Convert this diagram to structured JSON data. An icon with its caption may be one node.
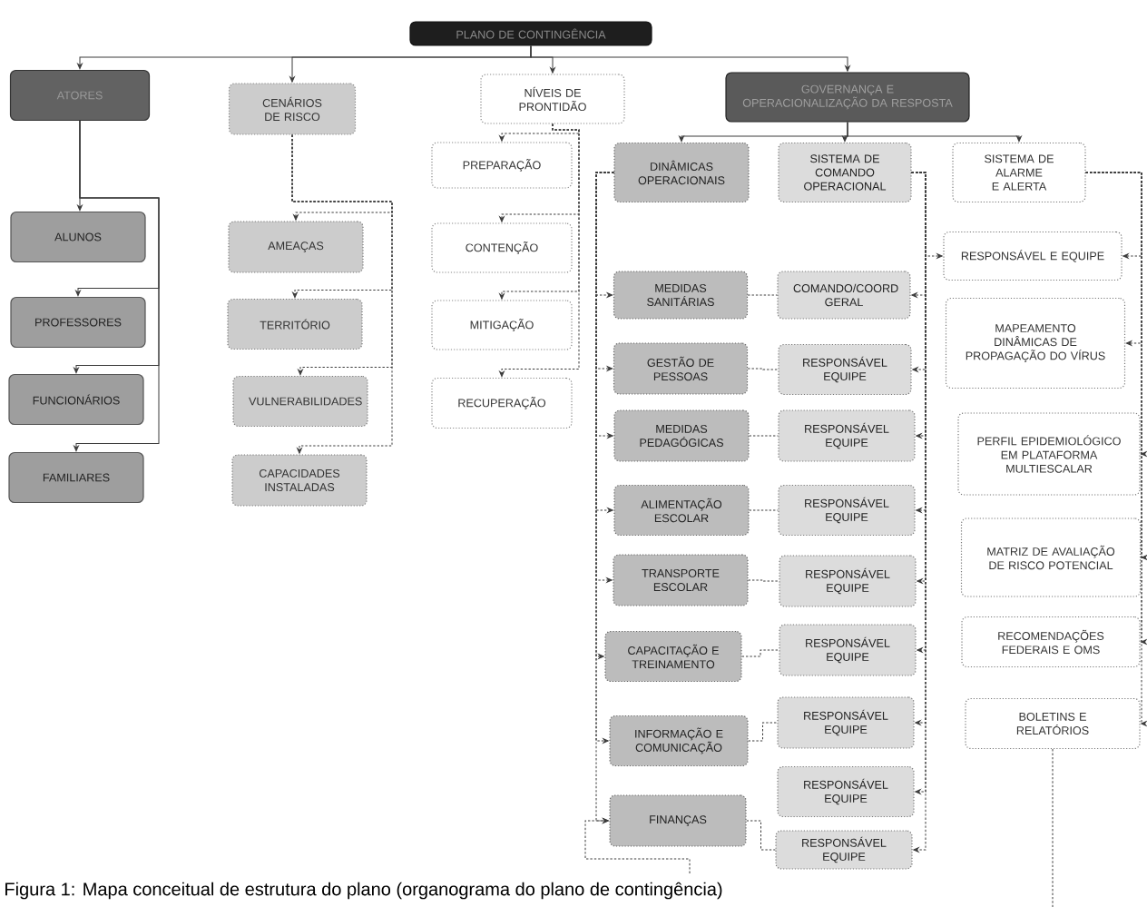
{
  "diagram": {
    "caption": "Figura 1: Mapa conceitual de estrutura do plano (organograma do plano de contingência)",
    "nodes": [
      {
        "text": [
          "PLANO DE CONTINGÊNCIA"
        ]
      },
      {
        "text": [
          "ATORES"
        ]
      },
      {
        "text": [
          "CENÁRIOS DE RISCO"
        ]
      },
      {
        "text": [
          "NÍVEIS DE PRONTIDÃO"
        ]
      },
      {
        "text": [
          "GOVERNANÇA E OPERACIONALIZAÇÃO DA RESPOSTA"
        ]
      },
      {
        "text": [
          "ALUNOS"
        ]
      },
      {
        "text": [
          "PROFESSORES"
        ]
      },
      {
        "text": [
          "FUNCIONÁRIOS"
        ]
      },
      {
        "text": [
          "FAMILIARES"
        ]
      },
      {
        "text": [
          "AMEAÇAS"
        ]
      },
      {
        "text": [
          "TERRITÓRIO"
        ]
      },
      {
        "text": [
          "VULNERABILIDADES"
        ]
      },
      {
        "text": [
          "CAPACIDADES INSTALADAS"
        ]
      },
      {
        "text": [
          "PREPARAÇÃO"
        ]
      },
      {
        "text": [
          "CONTENÇÃO"
        ]
      },
      {
        "text": [
          "MITIGAÇÃO"
        ]
      },
      {
        "text": [
          "RECUPERAÇÃO"
        ]
      },
      {
        "text": [
          "DINÂMICAS OPERACIONAIS"
        ]
      },
      {
        "text": [
          "SISTEMA DE COMANDO OPERACIONAL"
        ]
      },
      {
        "text": [
          "SISTEMA DE ALARME E ALERTA"
        ]
      },
      {
        "text": [
          "MEDIDAS SANITÁRIAS"
        ]
      },
      {
        "text": [
          "COMANDO/COORD GERAL"
        ]
      },
      {
        "text": [
          "RESPONSÁVEL E EQUIPE"
        ]
      },
      {
        "text": [
          "MAPEAMENTO DINÂMICAS DE PROPAGAÇÃO DO VÍRUS"
        ]
      },
      {
        "text": [
          "GESTÃO DE PESSOAS"
        ]
      },
      {
        "text": [
          "RESPONSÁVEL EQUIPE"
        ]
      },
      {
        "text": [
          "MEDIDAS PEDAGÓGICAS"
        ]
      },
      {
        "text": [
          "RESPONSÁVEL EQUIPE"
        ]
      },
      {
        "text": [
          "PERFIL EPIDEMIOLÓGICO EM PLATAFORMA MULTIESCALAR"
        ]
      },
      {
        "text": [
          "ALIMENTAÇÃO ESCOLAR"
        ]
      },
      {
        "text": [
          "RESPONSÁVEL EQUIPE"
        ]
      },
      {
        "text": [
          "MATRIZ DE AVALIAÇÃO DE RISCO POTENCIAL"
        ]
      },
      {
        "text": [
          "TRANSPORTE ESCOLAR"
        ]
      },
      {
        "text": [
          "RESPONSÁVEL EQUIPE"
        ]
      },
      {
        "text": [
          "CAPACITAÇÃO E TREINAMENTO"
        ]
      },
      {
        "text": [
          "RESPONSÁVEL EQUIPE"
        ]
      },
      {
        "text": [
          "RECOMENDAÇÕES FEDERAIS E OMS"
        ]
      },
      {
        "text": [
          "INFORMAÇÃO E COMUNICAÇÃO"
        ]
      },
      {
        "text": [
          "RESPONSÁVEL EQUIPE"
        ]
      },
      {
        "text": [
          "BOLETINS E RELATÓRIOS"
        ]
      },
      {
        "text": [
          "RESPONSÁVEL EQUIPE"
        ]
      },
      {
        "text": [
          "FINANÇAS"
        ]
      },
      {
        "text": [
          "RESPONSÁVEL EQUIPE"
        ]
      }
    ],
    "edges": [
      {
        "from": 0,
        "to": 1,
        "arrow": "to"
      },
      {
        "from": 0,
        "to": 2,
        "arrow": "to"
      },
      {
        "from": 0,
        "to": 3,
        "arrow": "to"
      },
      {
        "from": 0,
        "to": 4,
        "arrow": "to"
      },
      {
        "from": 1,
        "to": 5,
        "arrow": "to"
      },
      {
        "from": 1,
        "to": 6,
        "arrow": "to"
      },
      {
        "from": 1,
        "to": 7,
        "arrow": "to"
      },
      {
        "from": 1,
        "to": 8,
        "arrow": "to"
      },
      {
        "from": 2,
        "to": 9,
        "arrow": "to",
        "style": "dashed"
      },
      {
        "from": 2,
        "to": 10,
        "arrow": "to",
        "style": "dashed"
      },
      {
        "from": 2,
        "to": 11,
        "arrow": "to",
        "style": "dashed"
      },
      {
        "from": 2,
        "to": 12,
        "arrow": "to",
        "style": "dashed"
      },
      {
        "from": 3,
        "to": 13,
        "arrow": "to",
        "style": "dashed"
      },
      {
        "from": 3,
        "to": 14,
        "arrow": "to",
        "style": "dashed"
      },
      {
        "from": 3,
        "to": 15,
        "arrow": "to",
        "style": "dashed"
      },
      {
        "from": 3,
        "to": 16,
        "arrow": "to",
        "style": "dashed"
      },
      {
        "from": 4,
        "to": 17,
        "arrow": "to"
      },
      {
        "from": 4,
        "to": 18,
        "arrow": "to"
      },
      {
        "from": 4,
        "to": 19,
        "arrow": "to"
      },
      {
        "from": 17,
        "to": 20,
        "arrow": "to",
        "style": "dashed"
      },
      {
        "from": 17,
        "to": 24,
        "arrow": "to",
        "style": "dashed"
      },
      {
        "from": 17,
        "to": 26,
        "arrow": "to",
        "style": "dashed"
      },
      {
        "from": 17,
        "to": 29,
        "arrow": "to",
        "style": "dashed"
      },
      {
        "from": 17,
        "to": 32,
        "arrow": "to",
        "style": "dashed"
      },
      {
        "from": 17,
        "to": 34,
        "arrow": "to",
        "style": "dashed"
      },
      {
        "from": 17,
        "to": 37,
        "arrow": "to",
        "style": "dashed"
      },
      {
        "from": 17,
        "to": 41,
        "arrow": "to",
        "style": "dashed"
      },
      {
        "from": 18,
        "to": 21,
        "arrow": "to",
        "style": "dashed"
      },
      {
        "from": 18,
        "to": 22,
        "arrow": "to",
        "style": "dashed"
      },
      {
        "from": 18,
        "to": 25,
        "arrow": "to",
        "style": "dashed"
      },
      {
        "from": 18,
        "to": 27,
        "arrow": "to",
        "style": "dashed"
      },
      {
        "from": 18,
        "to": 30,
        "arrow": "to",
        "style": "dashed"
      },
      {
        "from": 18,
        "to": 33,
        "arrow": "to",
        "style": "dashed"
      },
      {
        "from": 18,
        "to": 35,
        "arrow": "to",
        "style": "dashed"
      },
      {
        "from": 18,
        "to": 38,
        "arrow": "to",
        "style": "dashed"
      },
      {
        "from": 18,
        "to": 40,
        "arrow": "to",
        "style": "dashed"
      },
      {
        "from": 18,
        "to": 42,
        "arrow": "to",
        "style": "dashed"
      },
      {
        "from": 19,
        "to": 22,
        "arrow": "to",
        "style": "dashed"
      },
      {
        "from": 19,
        "to": 23,
        "arrow": "to",
        "style": "dashed"
      },
      {
        "from": 19,
        "to": 28,
        "arrow": "to",
        "style": "dashed"
      },
      {
        "from": 19,
        "to": 31,
        "arrow": "to",
        "style": "dashed"
      },
      {
        "from": 19,
        "to": 36,
        "arrow": "to",
        "style": "dashed"
      },
      {
        "from": 19,
        "to": 39,
        "arrow": "to",
        "style": "dashed"
      },
      {
        "from": 20,
        "to": 21,
        "arrow": "none",
        "style": "dashed"
      },
      {
        "from": 24,
        "to": 25,
        "arrow": "none",
        "style": "dashed"
      },
      {
        "from": 26,
        "to": 27,
        "arrow": "none",
        "style": "dashed"
      },
      {
        "from": 29,
        "to": 30,
        "arrow": "none",
        "style": "dashed"
      },
      {
        "from": 32,
        "to": 33,
        "arrow": "none",
        "style": "dashed"
      },
      {
        "from": 34,
        "to": 35,
        "arrow": "none",
        "style": "dashed"
      },
      {
        "from": 37,
        "to": 38,
        "arrow": "none",
        "style": "dashed"
      },
      {
        "from": 41,
        "to": 42,
        "arrow": "none",
        "style": "dashed"
      },
      {
        "from": 39,
        "to": null,
        "arrow": "none",
        "style": "dashed"
      },
      {
        "from": null,
        "to": 41,
        "arrow": "to",
        "style": "dashed"
      }
    ]
  }
}
